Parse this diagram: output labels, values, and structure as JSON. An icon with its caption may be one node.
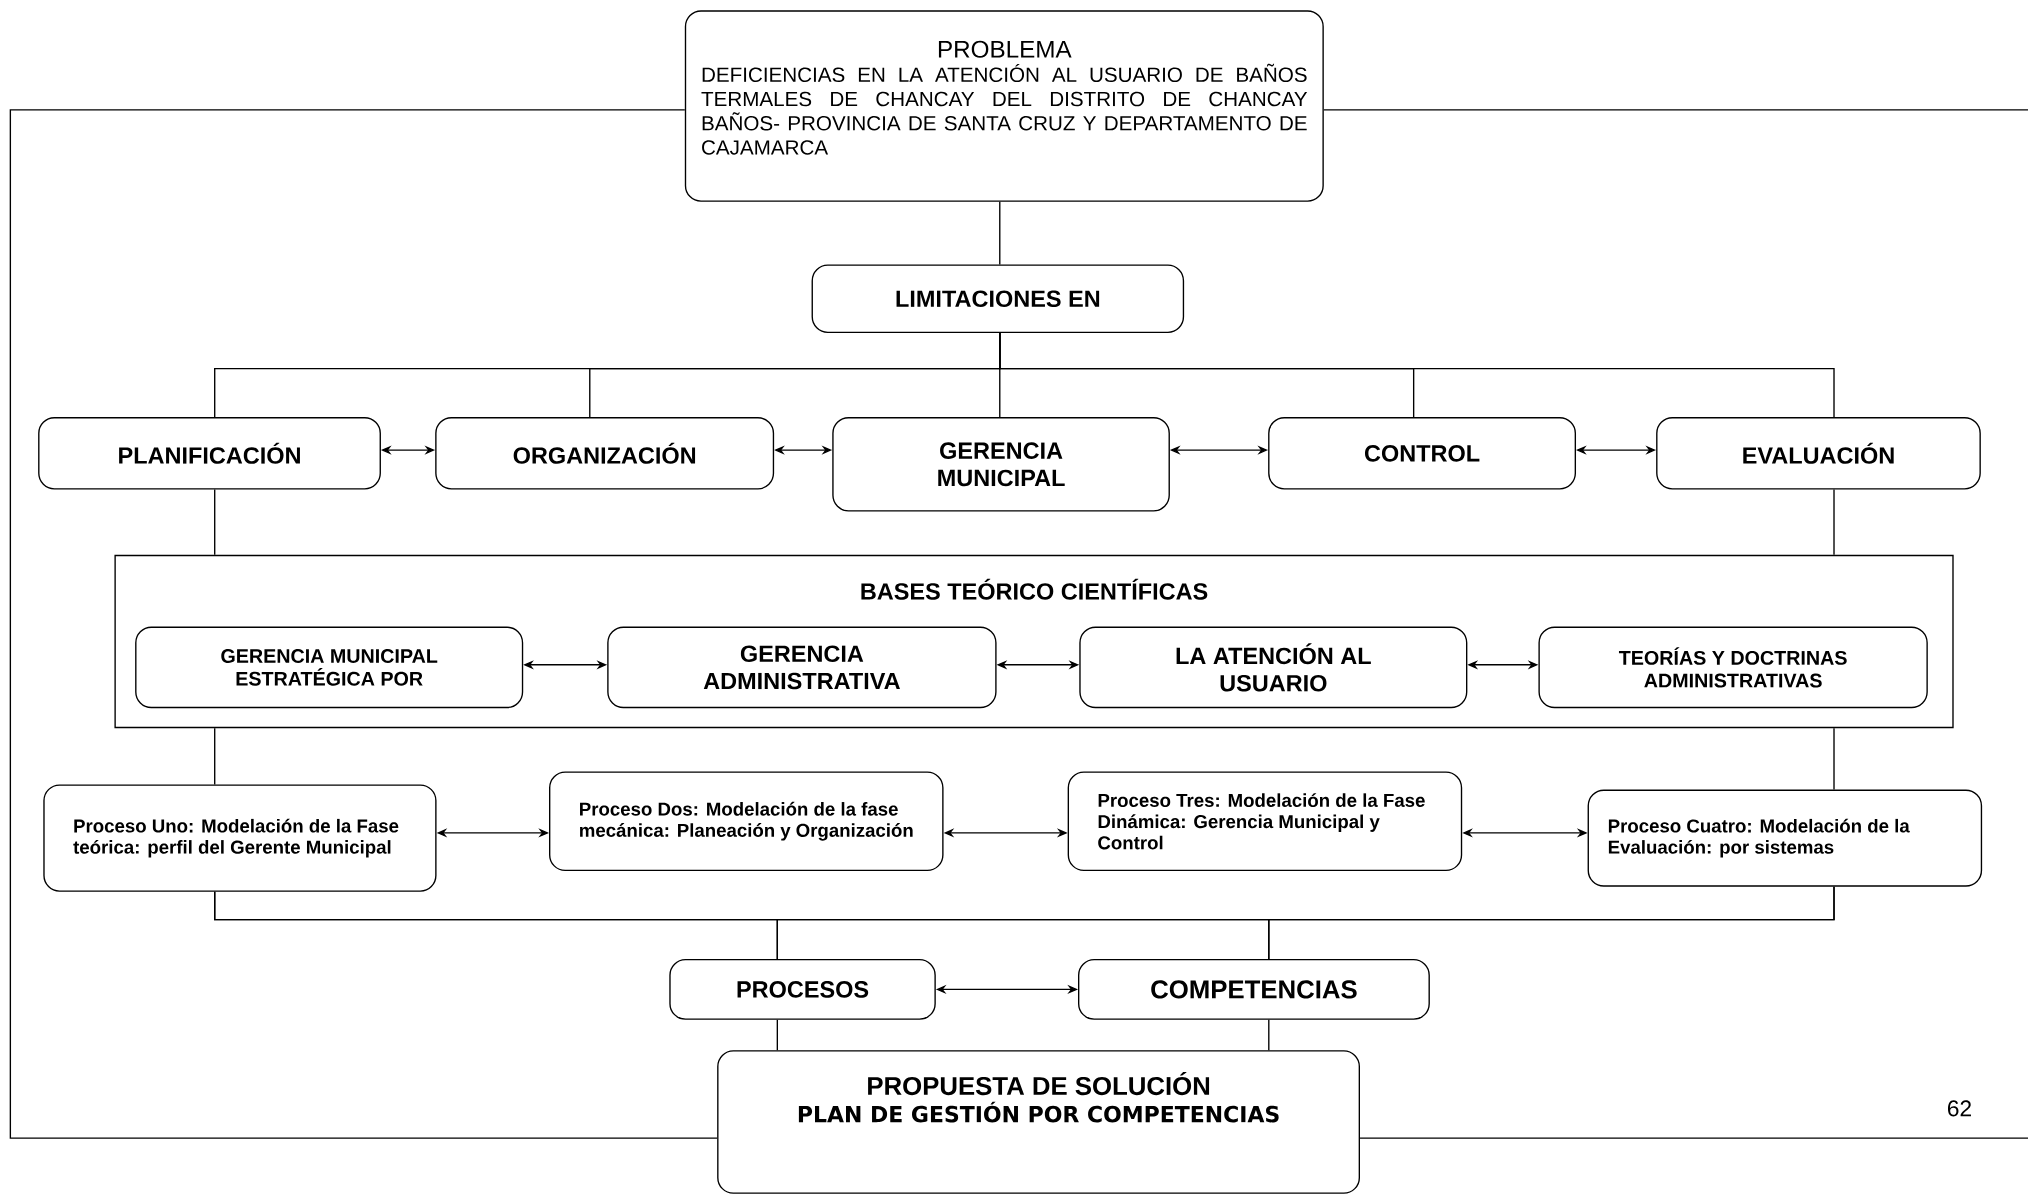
{
  "diagram": {
    "nodes": [
      {
        "text": [
          "PROBLEMA",
          "DEFICIENCIAS EN LA ATENCIÓN AL USUARIO DE BAÑOS TERMALES DE CHANCAY DEL DISTRITO DE CHANCAY BAÑOS- PROVINCIA DE SANTA CRUZ Y DEPARTAMENTO DE CAJAMARCA"
        ]
      },
      {
        "text": [
          "LIMITACIONES EN"
        ]
      },
      {
        "text": [
          "PLANIFICACIÓN"
        ]
      },
      {
        "text": [
          "ORGANIZACIÓN"
        ]
      },
      {
        "text": [
          "GERENCIA MUNICIPAL"
        ]
      },
      {
        "text": [
          "CONTROL"
        ]
      },
      {
        "text": [
          "EVALUACIÓN"
        ]
      },
      {
        "text": [
          "BASES TEÓRICO CIENTÍFICAS"
        ]
      },
      {
        "text": [
          "GERENCIA MUNICIPAL ESTRATÉGICA POR"
        ],
        "in": 7
      },
      {
        "text": [
          "GERENCIA ADMINISTRATIVA"
        ],
        "in": 7
      },
      {
        "text": [
          "LA ATENCIÓN AL USUARIO"
        ],
        "in": 7
      },
      {
        "text": [
          "TEORÍAS Y DOCTRINAS ADMINISTRATIVAS"
        ],
        "in": 7
      },
      {
        "text": [
          "Proceso Uno: Modelación de la Fase teórica: perfil del Gerente Municipal"
        ]
      },
      {
        "text": [
          "Proceso Dos: Modelación de la fase mecánica: Planeación y Organización"
        ]
      },
      {
        "text": [
          "Proceso Tres: Modelación de la Fase Dinámica: Gerencia Municipal y Control"
        ]
      },
      {
        "text": [
          "Proceso Cuatro: Modelación de la Evaluación: por sistemas"
        ]
      },
      {
        "text": [
          "PROCESOS"
        ]
      },
      {
        "text": [
          "COMPETENCIAS"
        ]
      },
      {
        "text": [
          "PROPUESTA DE SOLUCIÓN",
          "PLAN DE GESTIÓN POR COMPETENCIAS"
        ]
      }
    ],
    "edges": [
      {
        "from": 0,
        "to": 1,
        "arrow": "none"
      },
      {
        "from": 1,
        "to": 2,
        "arrow": "none"
      },
      {
        "from": 1,
        "to": 3,
        "arrow": "none"
      },
      {
        "from": 1,
        "to": 4,
        "arrow": "none"
      },
      {
        "from": 1,
        "to": 5,
        "arrow": "none"
      },
      {
        "from": 1,
        "to": 6,
        "arrow": "none"
      },
      {
        "from": 2,
        "to": 3,
        "arrow": "both"
      },
      {
        "from": 3,
        "to": 4,
        "arrow": "both"
      },
      {
        "from": 4,
        "to": 5,
        "arrow": "both"
      },
      {
        "from": 5,
        "to": 6,
        "arrow": "both"
      },
      {
        "from": 2,
        "to": 7,
        "arrow": "none"
      },
      {
        "from": 6,
        "to": 7,
        "arrow": "none"
      },
      {
        "from": 8,
        "to": 9,
        "arrow": "both"
      },
      {
        "from": 9,
        "to": 10,
        "arrow": "both"
      },
      {
        "from": 10,
        "to": 11,
        "arrow": "both"
      },
      {
        "from": 7,
        "to": 12,
        "arrow": "none"
      },
      {
        "from": 7,
        "to": 15,
        "arrow": "none"
      },
      {
        "from": 12,
        "to": 13,
        "arrow": "both"
      },
      {
        "from": 13,
        "to": 14,
        "arrow": "both"
      },
      {
        "from": 14,
        "to": 15,
        "arrow": "both"
      },
      {
        "from": 12,
        "to": 16,
        "arrow": "none"
      },
      {
        "from": 12,
        "to": 17,
        "arrow": "none"
      },
      {
        "from": 15,
        "to": 16,
        "arrow": "none"
      },
      {
        "from": 15,
        "to": 17,
        "arrow": "none"
      },
      {
        "from": 16,
        "to": 17,
        "arrow": "both"
      },
      {
        "from": 16,
        "to": 18,
        "arrow": "none"
      },
      {
        "from": 17,
        "to": 18,
        "arrow": "none"
      },
      {
        "from": 0,
        "to": 18,
        "arrow": "none"
      },
      {
        "from": 0,
        "to": null,
        "arrow": "none"
      },
      {
        "from": 18,
        "to": null,
        "arrow": "none"
      }
    ],
    "labels": [
      "62"
    ]
  }
}
